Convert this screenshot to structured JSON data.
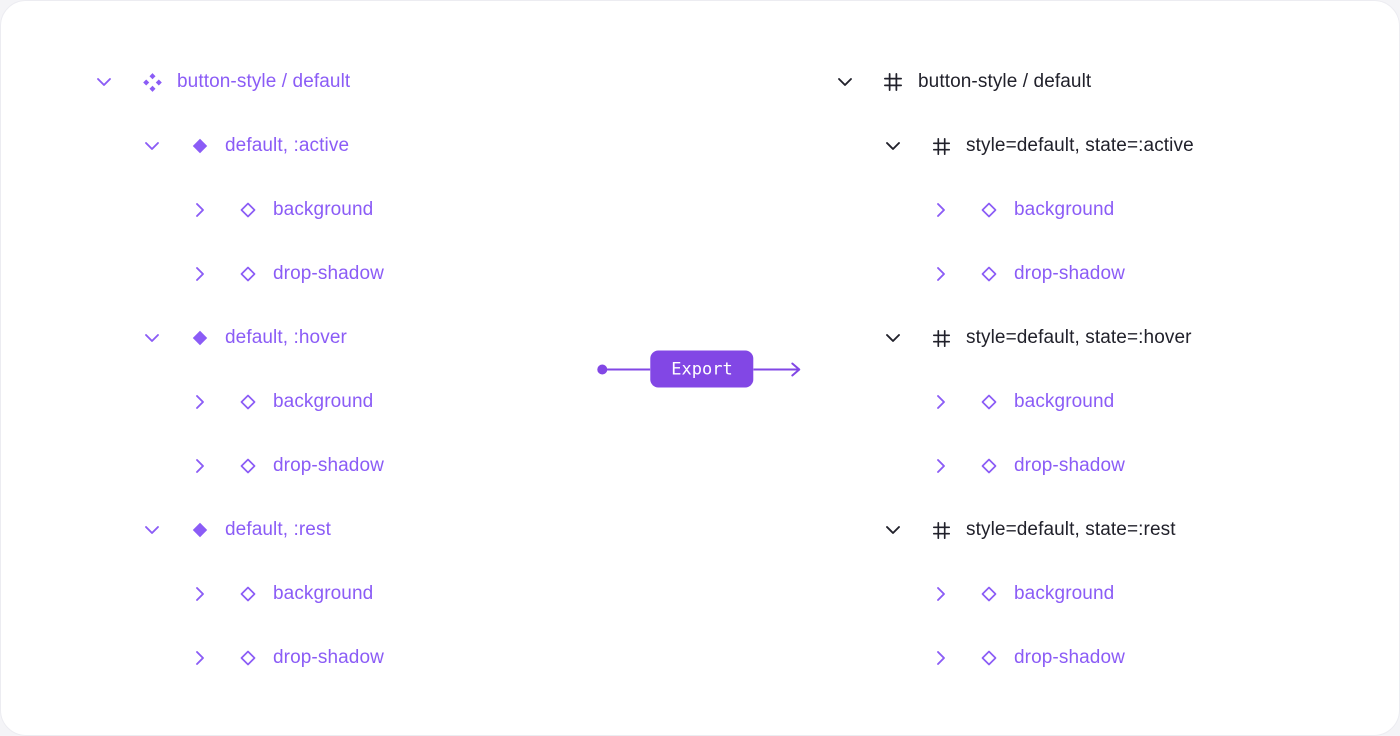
{
  "page": {
    "background": "#f4f4f7",
    "card_background": "#ffffff"
  },
  "colors": {
    "purple_text": "#8b5cf6",
    "dark_text": "#21212b",
    "accent": "#8247e5"
  },
  "export": {
    "label": "Export"
  },
  "icons": {
    "component": "component-icon",
    "diamond_filled": "diamond-filled-icon",
    "diamond_outline": "diamond-outline-icon",
    "frame": "frame-icon",
    "chevron_down": "chevron-down-icon",
    "chevron_right": "chevron-right-icon",
    "dot": "connector-dot-icon",
    "arrow": "arrow-right-icon"
  },
  "left_tree": {
    "rows": [
      {
        "label": "button-style / default",
        "icon": "component",
        "chevron": "down",
        "level": 0,
        "tone": "purple"
      },
      {
        "label": "default, :active",
        "icon": "diamond-filled",
        "chevron": "down",
        "level": 1,
        "tone": "purple"
      },
      {
        "label": "background",
        "icon": "diamond-outline",
        "chevron": "right",
        "level": 2,
        "tone": "purple"
      },
      {
        "label": "drop-shadow",
        "icon": "diamond-outline",
        "chevron": "right",
        "level": 2,
        "tone": "purple"
      },
      {
        "label": "default, :hover",
        "icon": "diamond-filled",
        "chevron": "down",
        "level": 1,
        "tone": "purple"
      },
      {
        "label": "background",
        "icon": "diamond-outline",
        "chevron": "right",
        "level": 2,
        "tone": "purple"
      },
      {
        "label": "drop-shadow",
        "icon": "diamond-outline",
        "chevron": "right",
        "level": 2,
        "tone": "purple"
      },
      {
        "label": "default, :rest",
        "icon": "diamond-filled",
        "chevron": "down",
        "level": 1,
        "tone": "purple"
      },
      {
        "label": "background",
        "icon": "diamond-outline",
        "chevron": "right",
        "level": 2,
        "tone": "purple"
      },
      {
        "label": "drop-shadow",
        "icon": "diamond-outline",
        "chevron": "right",
        "level": 2,
        "tone": "purple"
      }
    ]
  },
  "right_tree": {
    "rows": [
      {
        "label": "button-style / default",
        "icon": "frame",
        "chevron": "down",
        "level": 0,
        "tone": "dark"
      },
      {
        "label": "style=default, state=:active",
        "icon": "frame",
        "chevron": "down",
        "level": 1,
        "tone": "dark"
      },
      {
        "label": "background",
        "icon": "diamond-outline",
        "chevron": "right",
        "level": 2,
        "tone": "purple"
      },
      {
        "label": "drop-shadow",
        "icon": "diamond-outline",
        "chevron": "right",
        "level": 2,
        "tone": "purple"
      },
      {
        "label": "style=default, state=:hover",
        "icon": "frame",
        "chevron": "down",
        "level": 1,
        "tone": "dark"
      },
      {
        "label": "background",
        "icon": "diamond-outline",
        "chevron": "right",
        "level": 2,
        "tone": "purple"
      },
      {
        "label": "drop-shadow",
        "icon": "diamond-outline",
        "chevron": "right",
        "level": 2,
        "tone": "purple"
      },
      {
        "label": "style=default, state=:rest",
        "icon": "frame",
        "chevron": "down",
        "level": 1,
        "tone": "dark"
      },
      {
        "label": "background",
        "icon": "diamond-outline",
        "chevron": "right",
        "level": 2,
        "tone": "purple"
      },
      {
        "label": "drop-shadow",
        "icon": "diamond-outline",
        "chevron": "right",
        "level": 2,
        "tone": "purple"
      }
    ]
  }
}
